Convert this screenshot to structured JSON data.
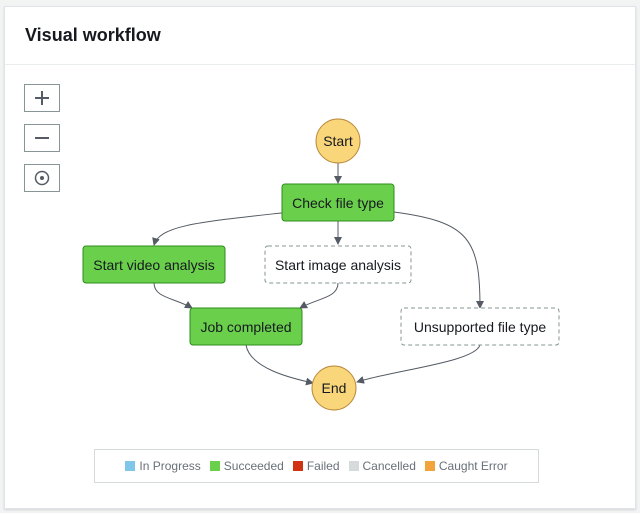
{
  "panel": {
    "title": "Visual workflow"
  },
  "controls": [
    {
      "name": "zoom-in-button",
      "icon": "plus-icon"
    },
    {
      "name": "zoom-out-button",
      "icon": "minus-icon"
    },
    {
      "name": "center-button",
      "icon": "target-icon"
    }
  ],
  "workflow": {
    "nodes": {
      "start": {
        "label": "Start",
        "status": "Start"
      },
      "check": {
        "label": "Check file type",
        "status": "Succeeded"
      },
      "video": {
        "label": "Start video analysis",
        "status": "Succeeded"
      },
      "image": {
        "label": "Start image analysis",
        "status": "Not run"
      },
      "job": {
        "label": "Job completed",
        "status": "Succeeded"
      },
      "unsupported": {
        "label": "Unsupported file type",
        "status": "Not run"
      },
      "end": {
        "label": "End",
        "status": "End"
      }
    }
  },
  "legend": [
    {
      "label": "In Progress",
      "color": "#7fc6e8"
    },
    {
      "label": "Succeeded",
      "color": "#6ad04b"
    },
    {
      "label": "Failed",
      "color": "#d13212"
    },
    {
      "label": "Cancelled",
      "color": "#d5dbdb"
    },
    {
      "label": "Caught Error",
      "color": "#f0a43a"
    }
  ],
  "colors": {
    "succeeded": "#6ad04b",
    "terminal": "#fad67a",
    "edge": "#545b64"
  }
}
